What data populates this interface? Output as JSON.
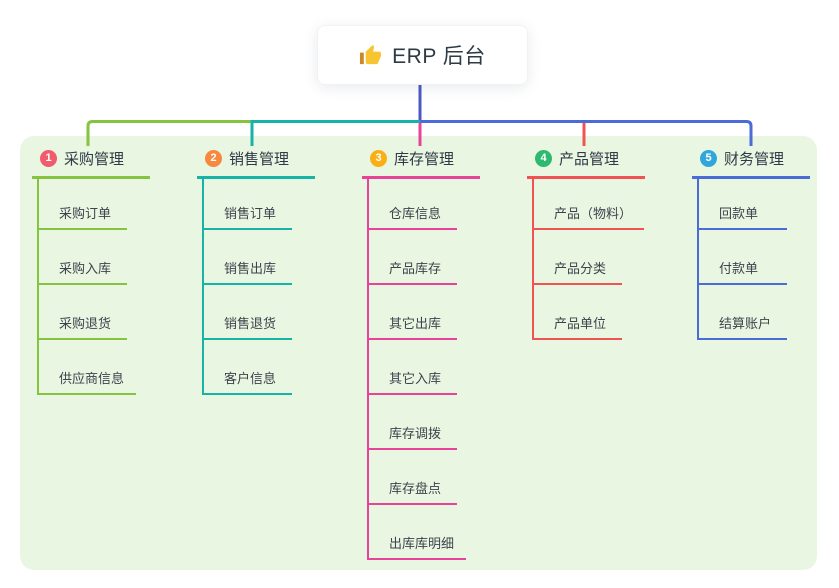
{
  "root": {
    "title": "ERP 后台",
    "icon": "thumbs-up-icon"
  },
  "colors": {
    "panel-bg": "#e9f6e1",
    "indigo": "#4c59c3",
    "green": "#85c340",
    "teal": "#16b3a6",
    "pink": "#e8439a",
    "red": "#f15352",
    "blue": "#4a6bd8",
    "node-text": "#2e3a45",
    "item-text": "#3d434d"
  },
  "branches": [
    {
      "badge": "1",
      "title": "采购管理",
      "badge_color": "#f05b6d",
      "line_color": "#85c340",
      "items": [
        "采购订单",
        "采购入库",
        "采购退货",
        "供应商信息"
      ]
    },
    {
      "badge": "2",
      "title": "销售管理",
      "badge_color": "#f8883e",
      "line_color": "#16b3a6",
      "items": [
        "销售订单",
        "销售出库",
        "销售退货",
        "客户信息"
      ]
    },
    {
      "badge": "3",
      "title": "库存管理",
      "badge_color": "#f9b017",
      "line_color": "#e8439a",
      "items": [
        "仓库信息",
        "产品库存",
        "其它出库",
        "其它入库",
        "库存调拨",
        "库存盘点",
        "出库库明细"
      ]
    },
    {
      "badge": "4",
      "title": "产品管理",
      "badge_color": "#2eb96e",
      "line_color": "#f15352",
      "items": [
        "产品（物料）",
        "产品分类",
        "产品单位"
      ]
    },
    {
      "badge": "5",
      "title": "财务管理",
      "badge_color": "#31a6da",
      "line_color": "#4a6bd8",
      "items": [
        "回款单",
        "付款单",
        "结算账户"
      ]
    }
  ]
}
